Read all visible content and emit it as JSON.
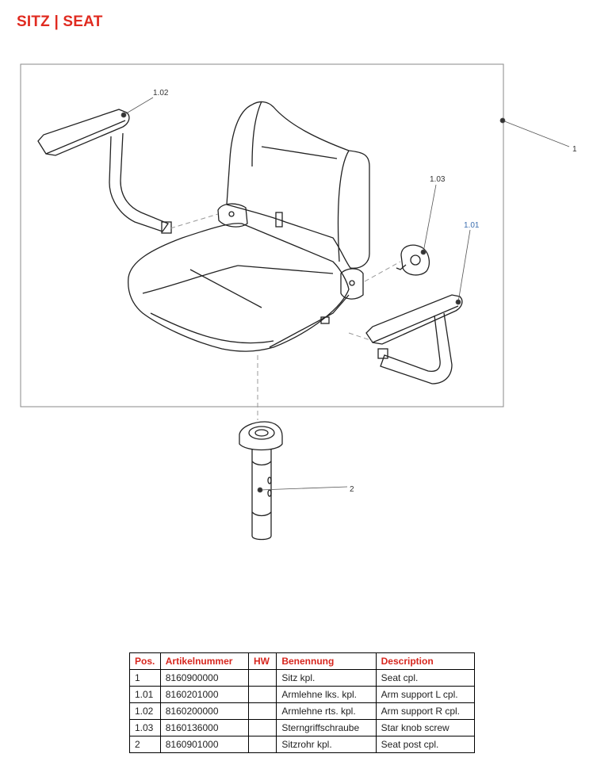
{
  "title": "SITZ | SEAT",
  "callouts": {
    "seat": "1",
    "armrest_right": "1.02",
    "star_knob": "1.03",
    "armrest_left": "1.01",
    "seat_post": "2"
  },
  "colors": {
    "accent": "#e02b20",
    "callout_blue": "#3c6fb0"
  },
  "table": {
    "headers": [
      "Pos.",
      "Artikelnummer",
      "HW",
      "Benennung",
      "Description"
    ],
    "rows": [
      [
        "1",
        "8160900000",
        "",
        "Sitz kpl.",
        "Seat cpl."
      ],
      [
        "1.01",
        "8160201000",
        "",
        "Armlehne lks. kpl.",
        "Arm support L cpl."
      ],
      [
        "1.02",
        "8160200000",
        "",
        "Armlehne rts. kpl.",
        "Arm support R cpl."
      ],
      [
        "1.03",
        "8160136000",
        "",
        "Sterngriffschraube",
        "Star knob screw"
      ],
      [
        "2",
        "8160901000",
        "",
        "Sitzrohr kpl.",
        "Seat post cpl."
      ]
    ]
  }
}
